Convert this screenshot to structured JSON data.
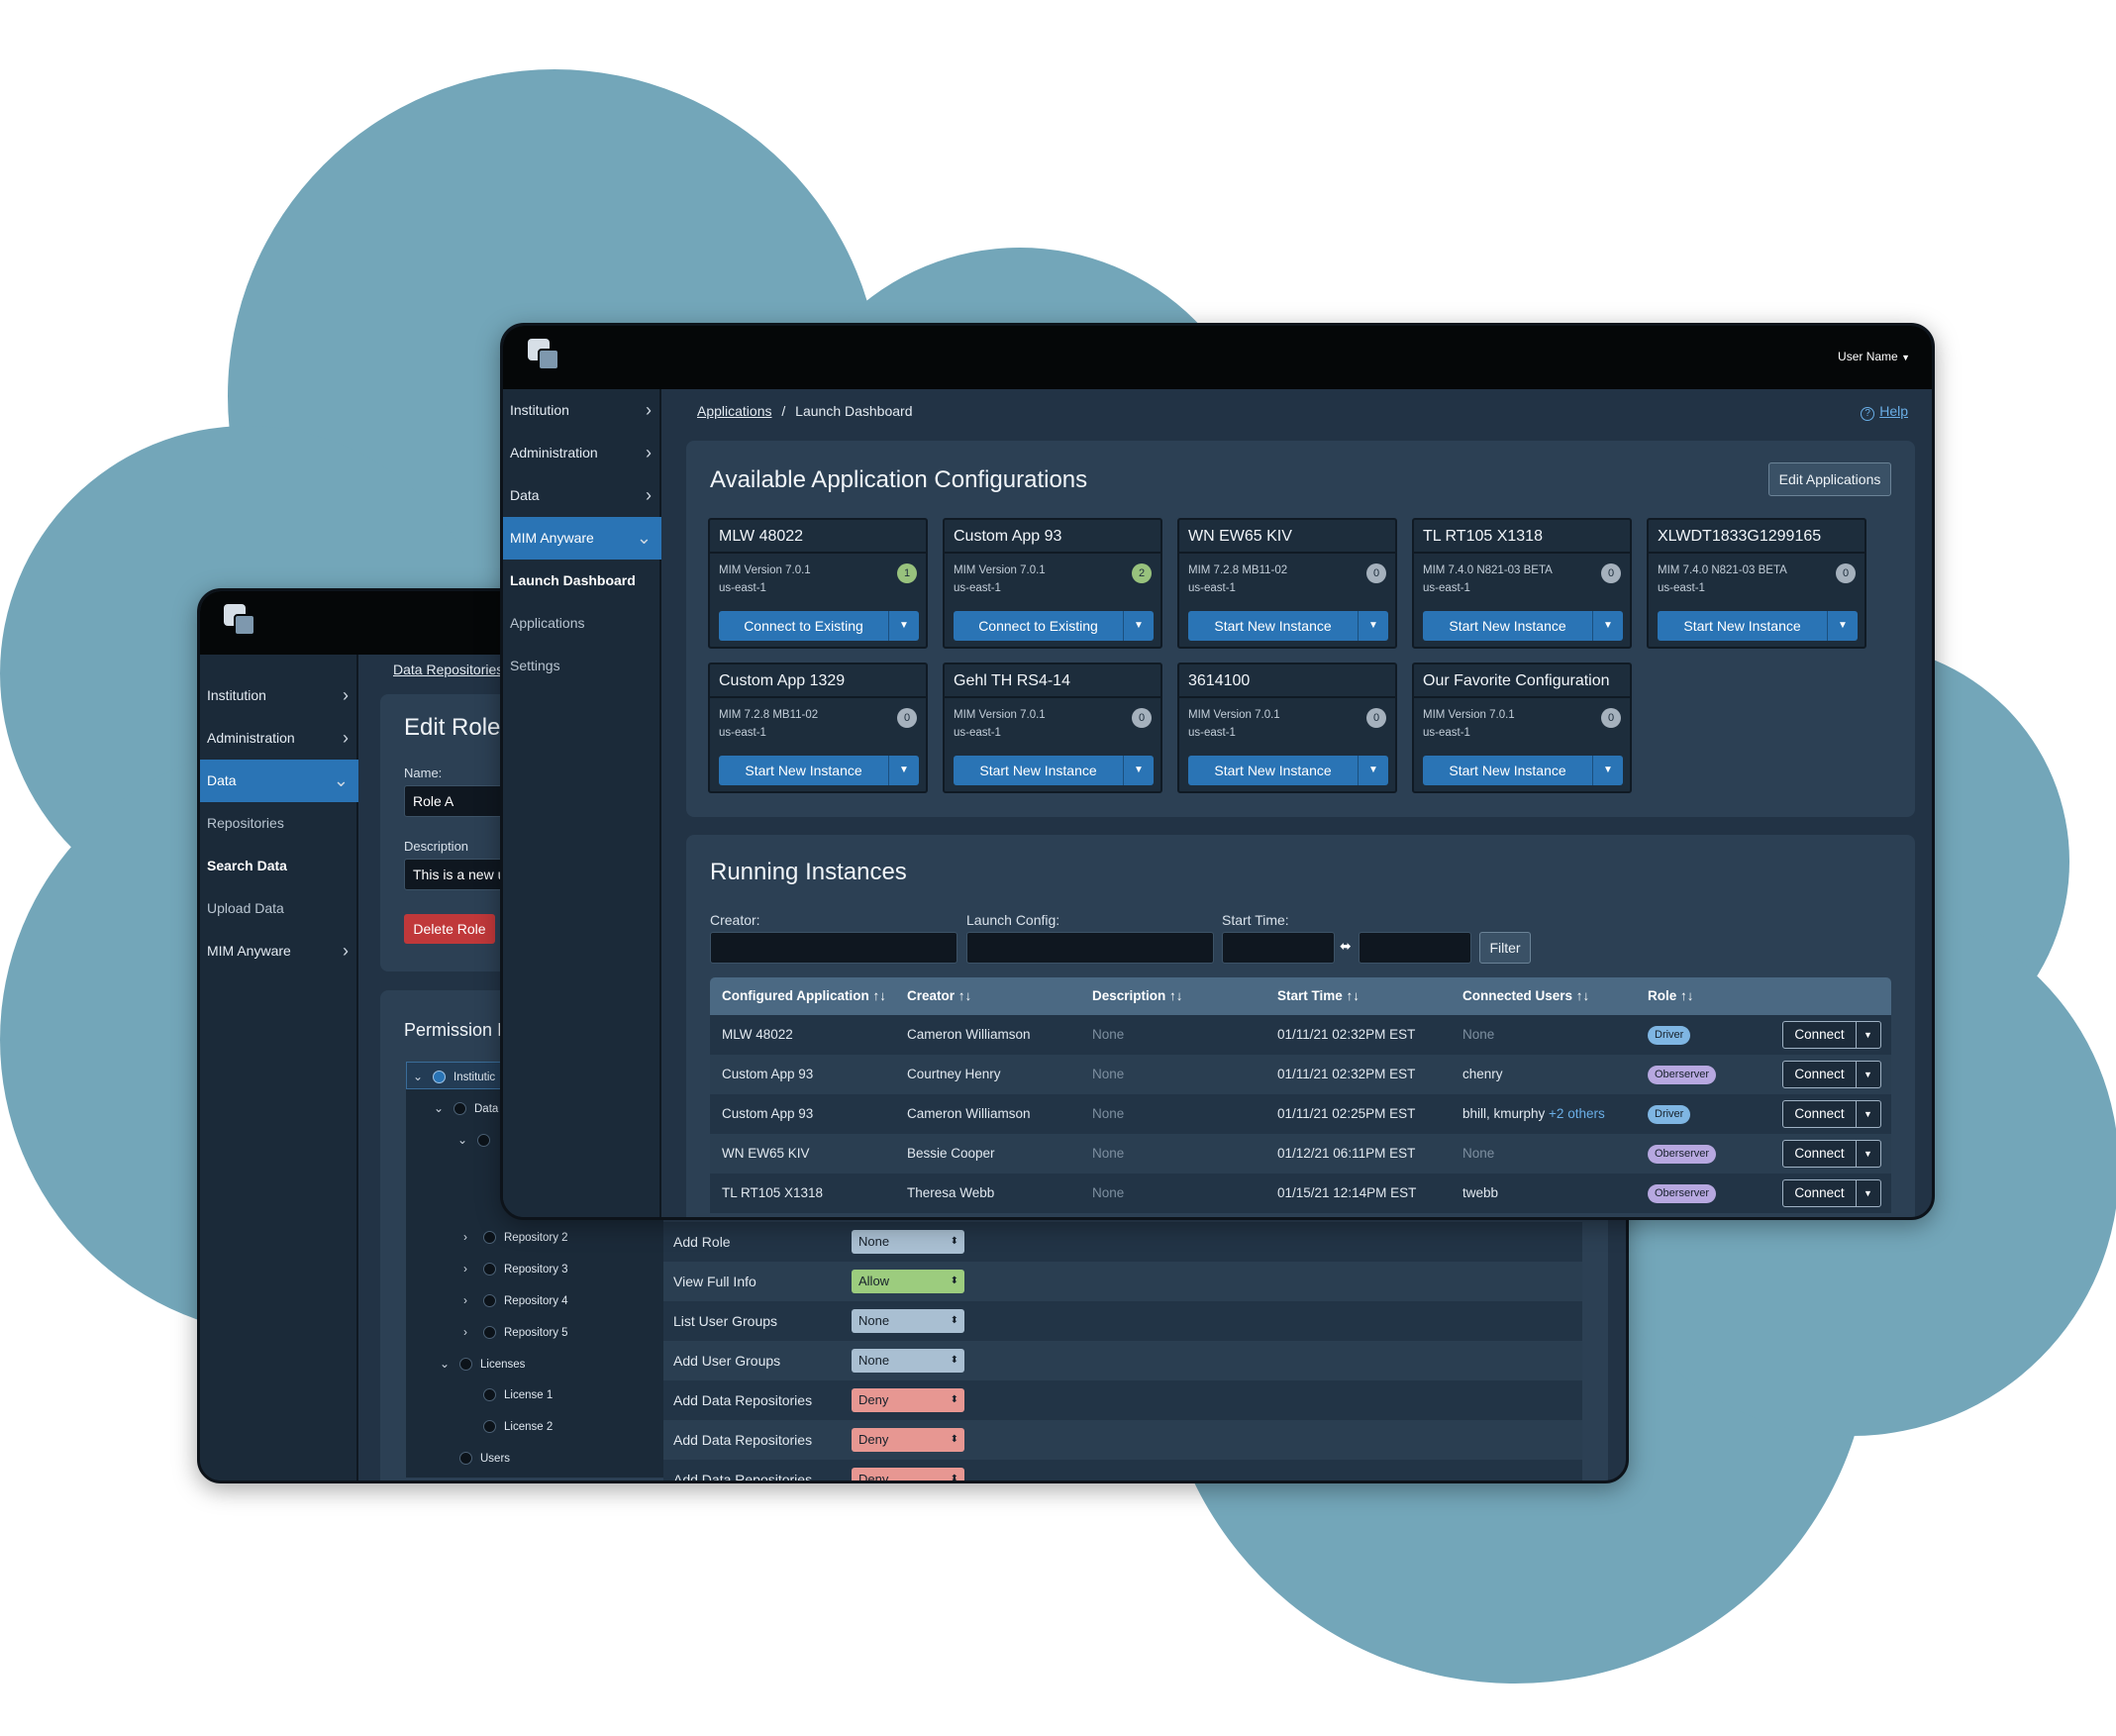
{
  "back_window": {
    "sidebar": {
      "items": [
        {
          "label": "Institution",
          "chevron": "chevron-right-icon"
        },
        {
          "label": "Administration",
          "chevron": "chevron-right-icon"
        },
        {
          "label": "Data",
          "chevron": "chevron-down-icon",
          "active": true
        }
      ],
      "sub_items": [
        "Repositories",
        "Search Data",
        "Upload Data"
      ],
      "last_item": {
        "label": "MIM Anyware",
        "chevron": "chevron-right-icon"
      }
    },
    "breadcrumb": "Data Repositories",
    "edit_role": {
      "title": "Edit Role",
      "name_label": "Name:",
      "name_value": "Role A",
      "description_label": "Description",
      "description_value": "This is a new u",
      "delete_button": "Delete Role"
    },
    "permissions": {
      "title": "Permission I",
      "tree": [
        "Institutic",
        "Data",
        "Repository 2",
        "Repository 3",
        "Repository 4",
        "Repository 5",
        "Licenses",
        "License 1",
        "License 2",
        "Users"
      ],
      "rows": [
        {
          "label": "Add Role",
          "value": "None"
        },
        {
          "label": "View Full Info",
          "value": "Allow"
        },
        {
          "label": "List User Groups",
          "value": "None"
        },
        {
          "label": "Add User Groups",
          "value": "None"
        },
        {
          "label": "Add Data Repositories",
          "value": "Deny"
        },
        {
          "label": "Add Data Repositories",
          "value": "Deny"
        },
        {
          "label": "Add Data Repositories",
          "value": "Deny"
        }
      ]
    }
  },
  "front_window": {
    "user_menu": "User Name",
    "sidebar": {
      "items": [
        {
          "label": "Institution"
        },
        {
          "label": "Administration"
        },
        {
          "label": "Data"
        },
        {
          "label": "MIM Anyware",
          "active": true
        }
      ],
      "sub_items": [
        "Launch Dashboard",
        "Applications",
        "Settings"
      ]
    },
    "breadcrumb": {
      "link": "Applications",
      "separator": "/",
      "current": "Launch Dashboard"
    },
    "help": "Help",
    "configs": {
      "title": "Available Application Configurations",
      "edit_button": "Edit Applications",
      "cards": [
        {
          "title": "MLW 48022",
          "version": "MIM Version 7.0.1",
          "region": "us-east-1",
          "count": "1",
          "action": "Connect to Existing"
        },
        {
          "title": "Custom App 93",
          "version": "MIM Version 7.0.1",
          "region": "us-east-1",
          "count": "2",
          "action": "Connect to Existing"
        },
        {
          "title": "WN EW65 KIV",
          "version": "MIM 7.2.8 MB11-02",
          "region": "us-east-1",
          "count": "0",
          "action": "Start New Instance"
        },
        {
          "title": "TL RT105 X1318",
          "version": "MIM 7.4.0 N821-03 BETA",
          "region": "us-east-1",
          "count": "0",
          "action": "Start New Instance"
        },
        {
          "title": "XLWDT1833G1299165",
          "version": "MIM 7.4.0 N821-03 BETA",
          "region": "us-east-1",
          "count": "0",
          "action": "Start New Instance"
        },
        {
          "title": "Custom App 1329",
          "version": "MIM 7.2.8 MB11-02",
          "region": "us-east-1",
          "count": "0",
          "action": "Start New Instance"
        },
        {
          "title": "Gehl TH RS4-14",
          "version": "MIM Version 7.0.1",
          "region": "us-east-1",
          "count": "0",
          "action": "Start New Instance"
        },
        {
          "title": "3614100",
          "version": "MIM Version 7.0.1",
          "region": "us-east-1",
          "count": "0",
          "action": "Start New Instance"
        },
        {
          "title": "Our Favorite Configuration",
          "version": "MIM Version 7.0.1",
          "region": "us-east-1",
          "count": "0",
          "action": "Start New Instance"
        }
      ]
    },
    "running": {
      "title": "Running Instances",
      "creator_label": "Creator:",
      "launch_label": "Launch Config:",
      "start_label": "Start Time:",
      "range_sep": "⬌",
      "filter_button": "Filter",
      "columns": [
        "Configured Application ↑↓",
        "Creator ↑↓",
        "Description ↑↓",
        "Start Time ↑↓",
        "Connected Users ↑↓",
        "Role ↑↓"
      ],
      "rows": [
        {
          "app": "MLW 48022",
          "creator": "Cameron Williamson",
          "description": "None",
          "start": "01/11/21 02:32PM EST",
          "users": "None",
          "users_extra": "",
          "role": "Driver",
          "action": "Connect"
        },
        {
          "app": "Custom App 93",
          "creator": "Courtney Henry",
          "description": "None",
          "start": "01/11/21 02:32PM EST",
          "users": "chenry",
          "users_extra": "",
          "role": "Oberserver",
          "action": "Connect"
        },
        {
          "app": "Custom App 93",
          "creator": "Cameron Williamson",
          "description": "None",
          "start": "01/11/21 02:25PM EST",
          "users": "bhill, kmurphy",
          "users_extra": "+2 others",
          "role": "Driver",
          "action": "Connect"
        },
        {
          "app": "WN EW65 KIV",
          "creator": "Bessie Cooper",
          "description": "None",
          "start": "01/12/21 06:11PM EST",
          "users": "None",
          "users_extra": "",
          "role": "Oberserver",
          "action": "Connect"
        },
        {
          "app": "TL RT105 X1318",
          "creator": "Theresa Webb",
          "description": "None",
          "start": "01/15/21 12:14PM EST",
          "users": "twebb",
          "users_extra": "",
          "role": "Oberserver",
          "action": "Connect"
        }
      ]
    }
  },
  "colors": {
    "cloud": "#73a6b9",
    "accent": "#2a74b5",
    "panel": "#2c4054",
    "topbar": "#050708"
  }
}
